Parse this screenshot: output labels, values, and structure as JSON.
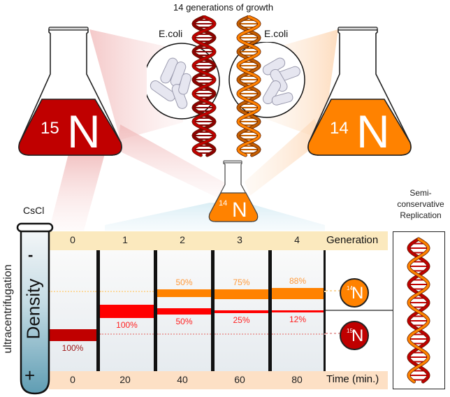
{
  "title": "14 generations of growth",
  "ecoli_left_label": "E.coli",
  "ecoli_right_label": "E.coli",
  "flasks": {
    "heavy": {
      "mass": "15",
      "element": "N",
      "color": "#c00000"
    },
    "light": {
      "mass": "14",
      "element": "N",
      "color": "#ff8200"
    },
    "transfer": {
      "mass": "14",
      "element": "N",
      "color": "#ff8200"
    }
  },
  "tube": {
    "cap_label": "CsCl",
    "axis_label": "Density",
    "side_label": "ultracentrifugation",
    "minus": "-",
    "plus": "+"
  },
  "generation_label": "Generation",
  "time_label": "Time (min.)",
  "generations": [
    {
      "gen": "0",
      "time": "0",
      "bands": [
        {
          "type": "15N",
          "percent": "100%",
          "color": "#c00000"
        }
      ]
    },
    {
      "gen": "1",
      "time": "20",
      "bands": [
        {
          "type": "hybrid",
          "percent": "100%",
          "color": "#ff0000"
        }
      ]
    },
    {
      "gen": "2",
      "time": "40",
      "bands": [
        {
          "type": "14N",
          "percent": "50%",
          "color": "#ff8200"
        },
        {
          "type": "hybrid",
          "percent": "50%",
          "color": "#ff0000"
        }
      ]
    },
    {
      "gen": "3",
      "time": "60",
      "bands": [
        {
          "type": "14N",
          "percent": "75%",
          "color": "#ff8200"
        },
        {
          "type": "hybrid",
          "percent": "25%",
          "color": "#ff0000"
        }
      ]
    },
    {
      "gen": "4",
      "time": "80",
      "bands": [
        {
          "type": "14N",
          "percent": "88%",
          "color": "#ff8200"
        },
        {
          "type": "hybrid",
          "percent": "12%",
          "color": "#ff0000"
        }
      ]
    }
  ],
  "markers": {
    "light": {
      "mass": "14",
      "element": "N",
      "color": "#ff8200"
    },
    "heavy": {
      "mass": "15",
      "element": "N",
      "color": "#c00000"
    }
  },
  "replication": {
    "line1": "Semi-",
    "line2": "conservative",
    "line3": "Replication"
  },
  "colors": {
    "heavy": "#c00000",
    "hybrid": "#ff0000",
    "light": "#ff8200",
    "generation_band": "#fbe9be",
    "time_band": "#fde0c5"
  }
}
